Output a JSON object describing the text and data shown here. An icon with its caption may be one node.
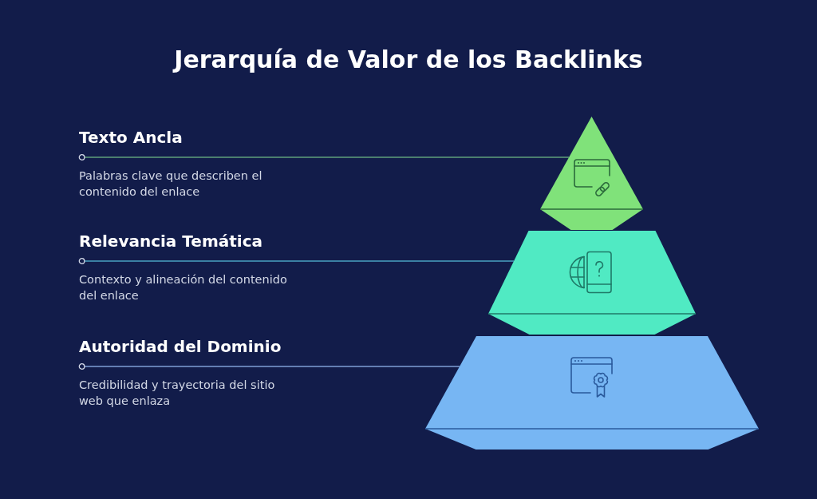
{
  "diagram": {
    "title": "Jerarquía de Valor de los Backlinks",
    "nodes": [
      {
        "text": [
          "Texto Ancla",
          "Palabras clave que describen el contenido del enlace"
        ]
      },
      {
        "text": [],
        "shape": "triangle"
      },
      {
        "text": [
          "Relevancia Temática",
          "Contexto y alineación del contenido del enlace"
        ]
      },
      {
        "text": [],
        "shape": "trapezoid"
      },
      {
        "text": [
          "Autoridad del Dominio",
          "Credibilidad y trayectoria del sitio web que enlaza"
        ]
      },
      {
        "text": [],
        "shape": "trapezoid"
      }
    ],
    "edges": [
      {
        "from": 0,
        "to": 1,
        "arrow": "other",
        "color": "#5f9f7c"
      },
      {
        "from": 2,
        "to": 3,
        "arrow": "other",
        "color": "#4aa2c2"
      },
      {
        "from": 4,
        "to": 5,
        "arrow": "other",
        "color": "#7f9fd6"
      }
    ]
  }
}
